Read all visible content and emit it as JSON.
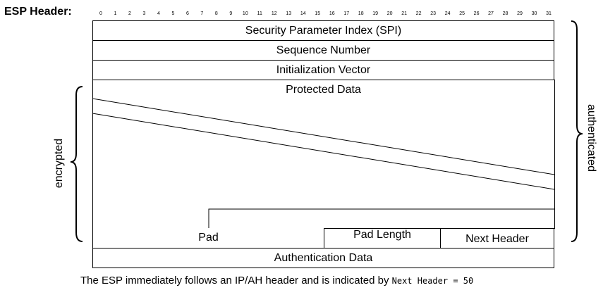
{
  "title": "ESP Header:",
  "bit_labels": [
    "0",
    "1",
    "2",
    "3",
    "4",
    "5",
    "6",
    "7",
    "8",
    "9",
    "10",
    "11",
    "12",
    "13",
    "14",
    "15",
    "16",
    "17",
    "18",
    "19",
    "20",
    "21",
    "22",
    "23",
    "24",
    "25",
    "26",
    "27",
    "28",
    "29",
    "30",
    "31"
  ],
  "fields": {
    "spi": "Security Parameter Index (SPI)",
    "sequence": "Sequence Number",
    "iv": "Initialization Vector",
    "protected": "Protected Data",
    "pad": "Pad",
    "pad_length": "Pad Length",
    "next_header": "Next Header",
    "auth_data": "Authentication Data"
  },
  "labels": {
    "encrypted": "encrypted",
    "authenticated": "authenticated"
  },
  "caption": {
    "text": "The ESP immediately follows an IP/AH header and is indicated by ",
    "code": "Next Header = 50"
  }
}
